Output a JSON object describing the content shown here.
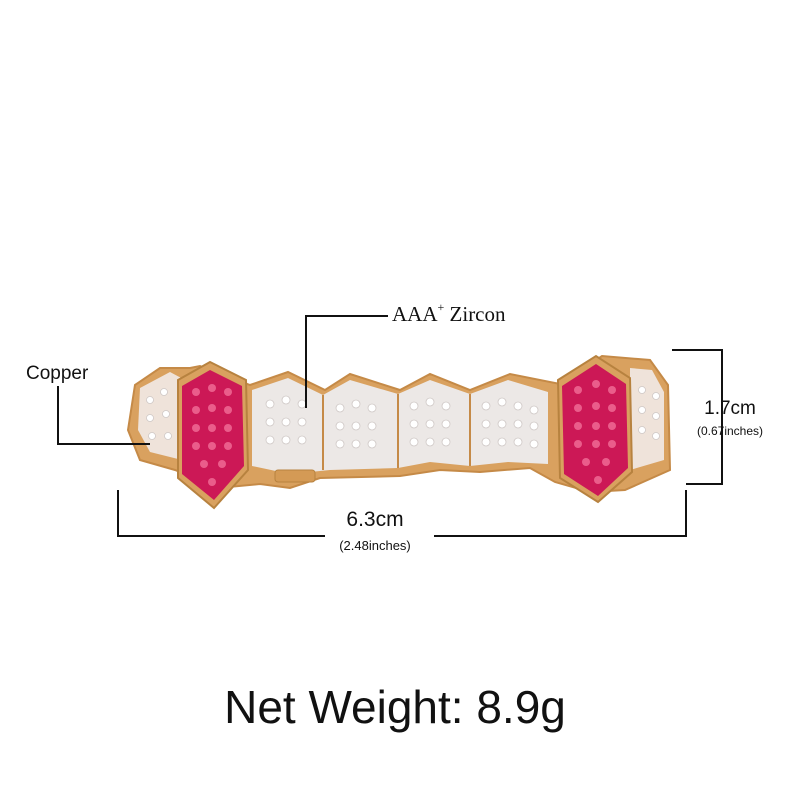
{
  "labels": {
    "material_copper": "Copper",
    "stone_prefix": "AAA",
    "stone_sup": "+",
    "stone_name": " Zircon",
    "width_cm": "6.3cm",
    "width_in": "(2.48inches)",
    "height_cm": "1.7cm",
    "height_in": "(0.67inches)",
    "net_weight": "Net Weight: 8.9g"
  },
  "colors": {
    "background": "#ffffff",
    "gold": "#d9a15f",
    "ruby": "#d0155a",
    "zircon": "#eae6e6",
    "line": "#111111"
  }
}
